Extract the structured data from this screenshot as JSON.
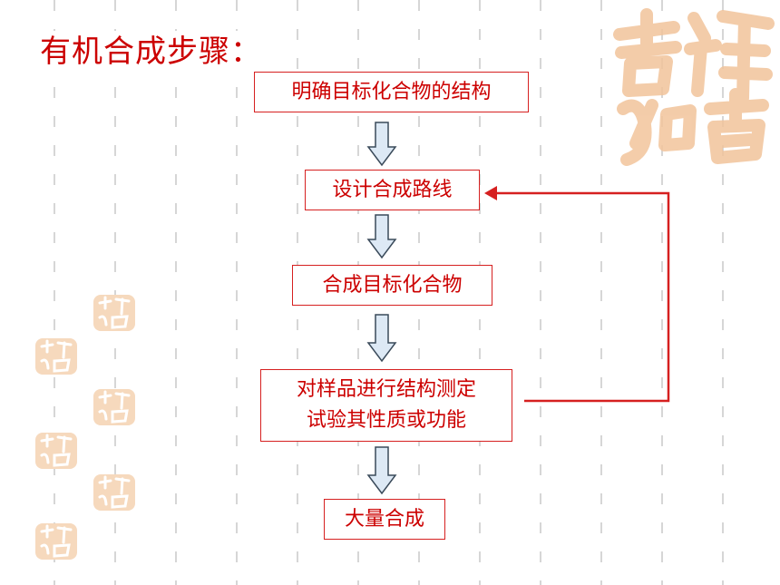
{
  "title": "有机合成步骤：",
  "steps": [
    {
      "lines": [
        "明确目标化合物的结构"
      ]
    },
    {
      "lines": [
        "设计合成路线"
      ]
    },
    {
      "lines": [
        "合成目标化合物"
      ]
    },
    {
      "lines": [
        "对样品进行结构测定",
        "试验其性质或功能"
      ]
    },
    {
      "lines": [
        "大量合成"
      ]
    }
  ],
  "colors": {
    "text": "#cc0000",
    "box_border": "#d62020",
    "arrow_fill": "#dde9f5",
    "arrow_stroke": "#3a4a5a",
    "grid": "#d6d6d6",
    "seal": "#f2c49b"
  },
  "decoration": {
    "seal_icon": "auspicious-seal-icon"
  }
}
